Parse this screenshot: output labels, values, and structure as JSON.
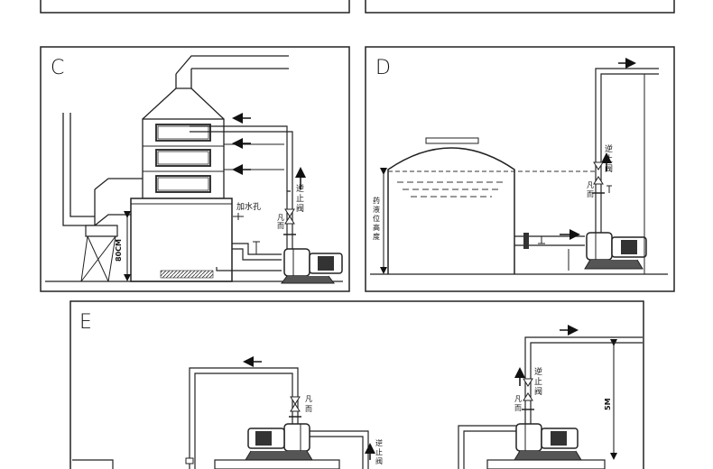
{
  "panels": {
    "c": {
      "letter": "C"
    },
    "d": {
      "letter": "D"
    },
    "e": {
      "letter": "E"
    }
  },
  "labels": {
    "fill_hole": "加水孔",
    "check_valve_1": "逆",
    "check_valve_2": "止",
    "check_valve_3": "阀",
    "valve_1": "凡",
    "valve_2": "而",
    "liquid_level_1": "药",
    "liquid_level_2": "液",
    "liquid_level_3": "位",
    "liquid_level_4": "高",
    "liquid_level_5": "度",
    "height_80cm": "80CM",
    "height_5m": "5M"
  }
}
